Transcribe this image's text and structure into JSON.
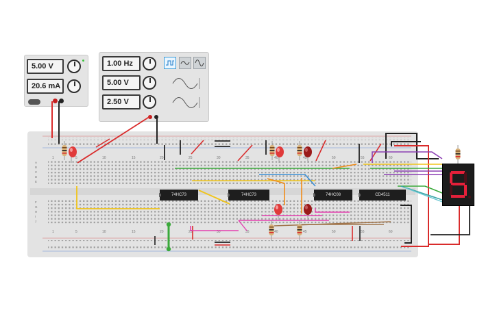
{
  "power_supply": {
    "voltage": "5.00 V",
    "current": "20.6 mA"
  },
  "function_generator": {
    "frequency": "1.00 Hz",
    "amplitude": "5.00 V",
    "offset": "2.50 V"
  },
  "breadboard": {
    "column_numbers": [
      "1",
      "5",
      "10",
      "15",
      "20",
      "25",
      "30",
      "35",
      "40",
      "45",
      "50",
      "55",
      "60"
    ],
    "row_letters_top": [
      "A",
      "B",
      "C",
      "D",
      "E"
    ],
    "row_letters_bottom": [
      "F",
      "G",
      "H",
      "I",
      "J"
    ]
  },
  "chips": [
    {
      "label": "74HC73"
    },
    {
      "label": "74HC73"
    },
    {
      "label": "74HC08"
    },
    {
      "label": "CD4511"
    }
  ],
  "display": {
    "digit": "5"
  },
  "colors": {
    "wire_red": "#d92b2b",
    "wire_black": "#222222",
    "wire_yellow": "#f0c419",
    "wire_green": "#3aa93a",
    "wire_orange": "#f08c1a",
    "wire_blue": "#3b8fd6",
    "wire_purple": "#8b3fb3",
    "wire_magenta": "#e43fb0",
    "wire_brown": "#a0744a",
    "wire_teal": "#3aa6a6",
    "segment_on": "#e5203a"
  }
}
